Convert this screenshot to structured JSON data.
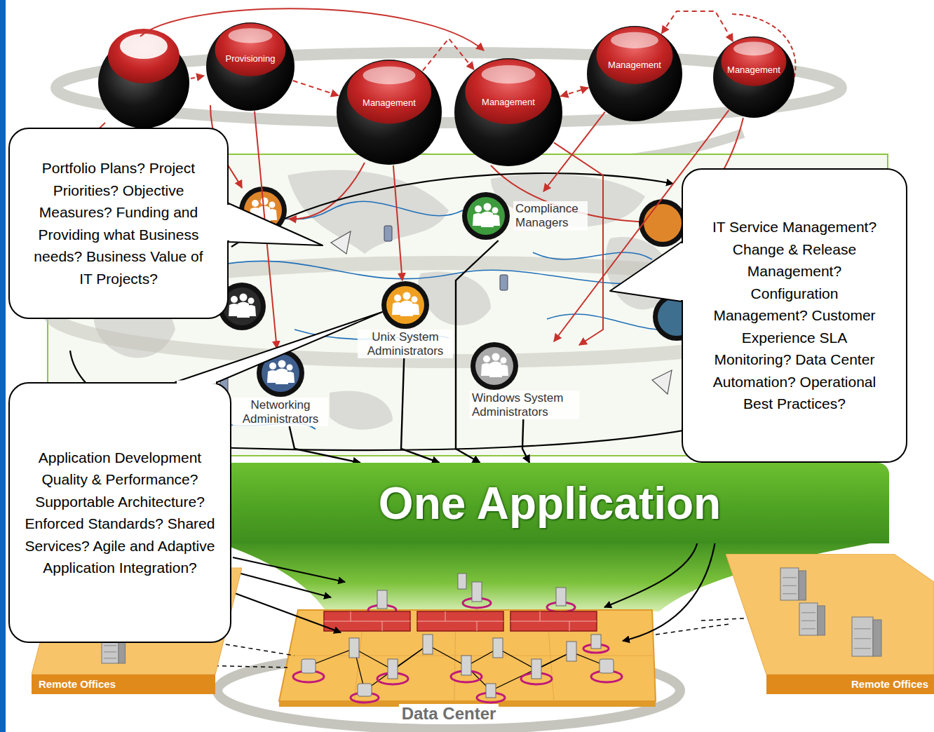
{
  "diagram": {
    "nodes": [
      {
        "text": [
          "Provisioning"
        ]
      },
      {
        "text": [
          "Management"
        ]
      },
      {
        "text": [
          "Management"
        ]
      },
      {
        "text": [
          "Management"
        ]
      },
      {
        "text": [
          "Management"
        ]
      },
      {
        "text": [
          "Portfolio Plans? Project Priorities? Objective Measures? Funding and Providing what Business needs? Business Value of IT Projects?"
        ]
      },
      {
        "text": [
          "Compliance Managers"
        ]
      },
      {
        "text": [
          "IT Service Management? Change & Release Management? Configuration Management? Customer Experience SLA Monitoring? Data Center Automation? Operational Best Practices?"
        ]
      },
      {
        "text": [
          "Unix System Administrators"
        ]
      },
      {
        "text": [
          "Windows System Administrators"
        ]
      },
      {
        "text": [
          "Networking Administrators"
        ]
      },
      {
        "text": [
          "Application Development Quality & Performance? Supportable Architecture? Enforced Standards? Shared Services? Agile and Adaptive Application Integration?"
        ]
      },
      {
        "text": [
          "One Application"
        ]
      },
      {
        "text": [
          "Remote Offices"
        ]
      },
      {
        "text": [
          "Remote Offices"
        ]
      }
    ],
    "edges": [
      {
        "from": 0,
        "to": 1,
        "arrow": "to"
      },
      {
        "from": 1,
        "to": 2,
        "arrow": "to"
      },
      {
        "from": 2,
        "to": 3,
        "arrow": "both"
      },
      {
        "from": 3,
        "to": 4,
        "arrow": "both"
      },
      {
        "from": 0,
        "to": 10,
        "arrow": "to"
      },
      {
        "from": 1,
        "to": 8,
        "arrow": "to"
      },
      {
        "from": 2,
        "to": 9,
        "arrow": "to"
      },
      {
        "from": 3,
        "to": 6,
        "arrow": "to"
      },
      {
        "from": 4,
        "to": 9,
        "arrow": "to"
      },
      {
        "from": 6,
        "to": 12,
        "arrow": "to"
      },
      {
        "from": 8,
        "to": 12,
        "arrow": "to"
      },
      {
        "from": 9,
        "to": 12,
        "arrow": "to"
      },
      {
        "from": 10,
        "to": 12,
        "arrow": "to"
      }
    ],
    "labels": [
      "Data Center"
    ]
  }
}
